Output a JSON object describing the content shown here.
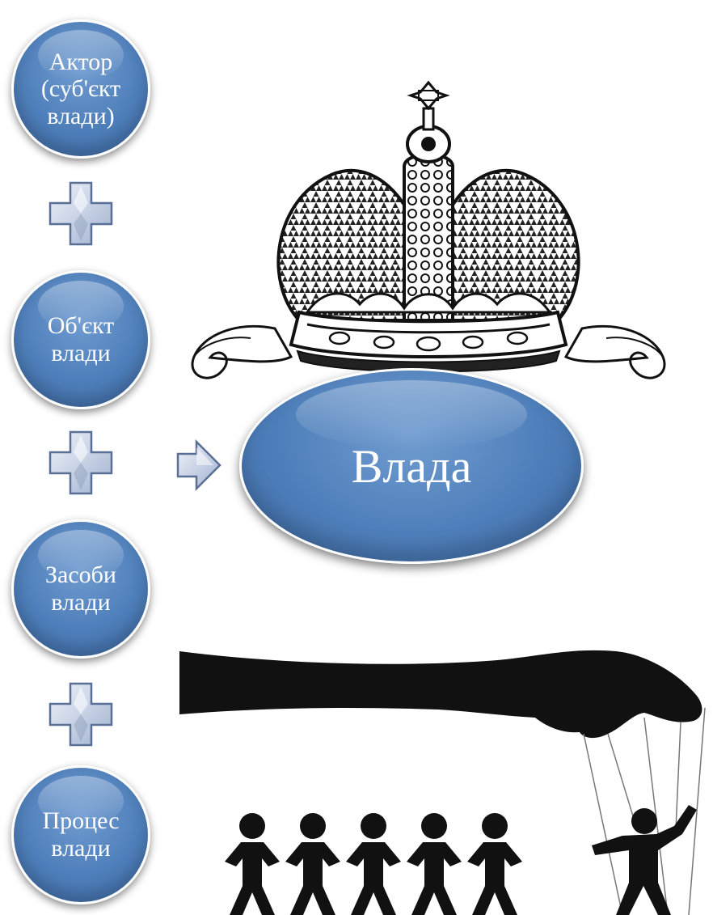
{
  "components": [
    {
      "label": "Актор\n(суб'єкт\nвлади)"
    },
    {
      "label": "Об'єкт\nвлади"
    },
    {
      "label": "Засоби\nвлади"
    },
    {
      "label": "Процес\nвлади"
    }
  ],
  "result": {
    "label": "Влада"
  },
  "colors": {
    "node_fill": "#4f7fba",
    "node_border": "#ffffff",
    "plus_fill": "#c9d3e6",
    "silhouette": "#111111"
  },
  "icons": {
    "operator": "plus-icon",
    "arrow": "arrow-right-icon",
    "crown": "crown-illustration",
    "puppet": "puppeteer-hand-illustration"
  }
}
